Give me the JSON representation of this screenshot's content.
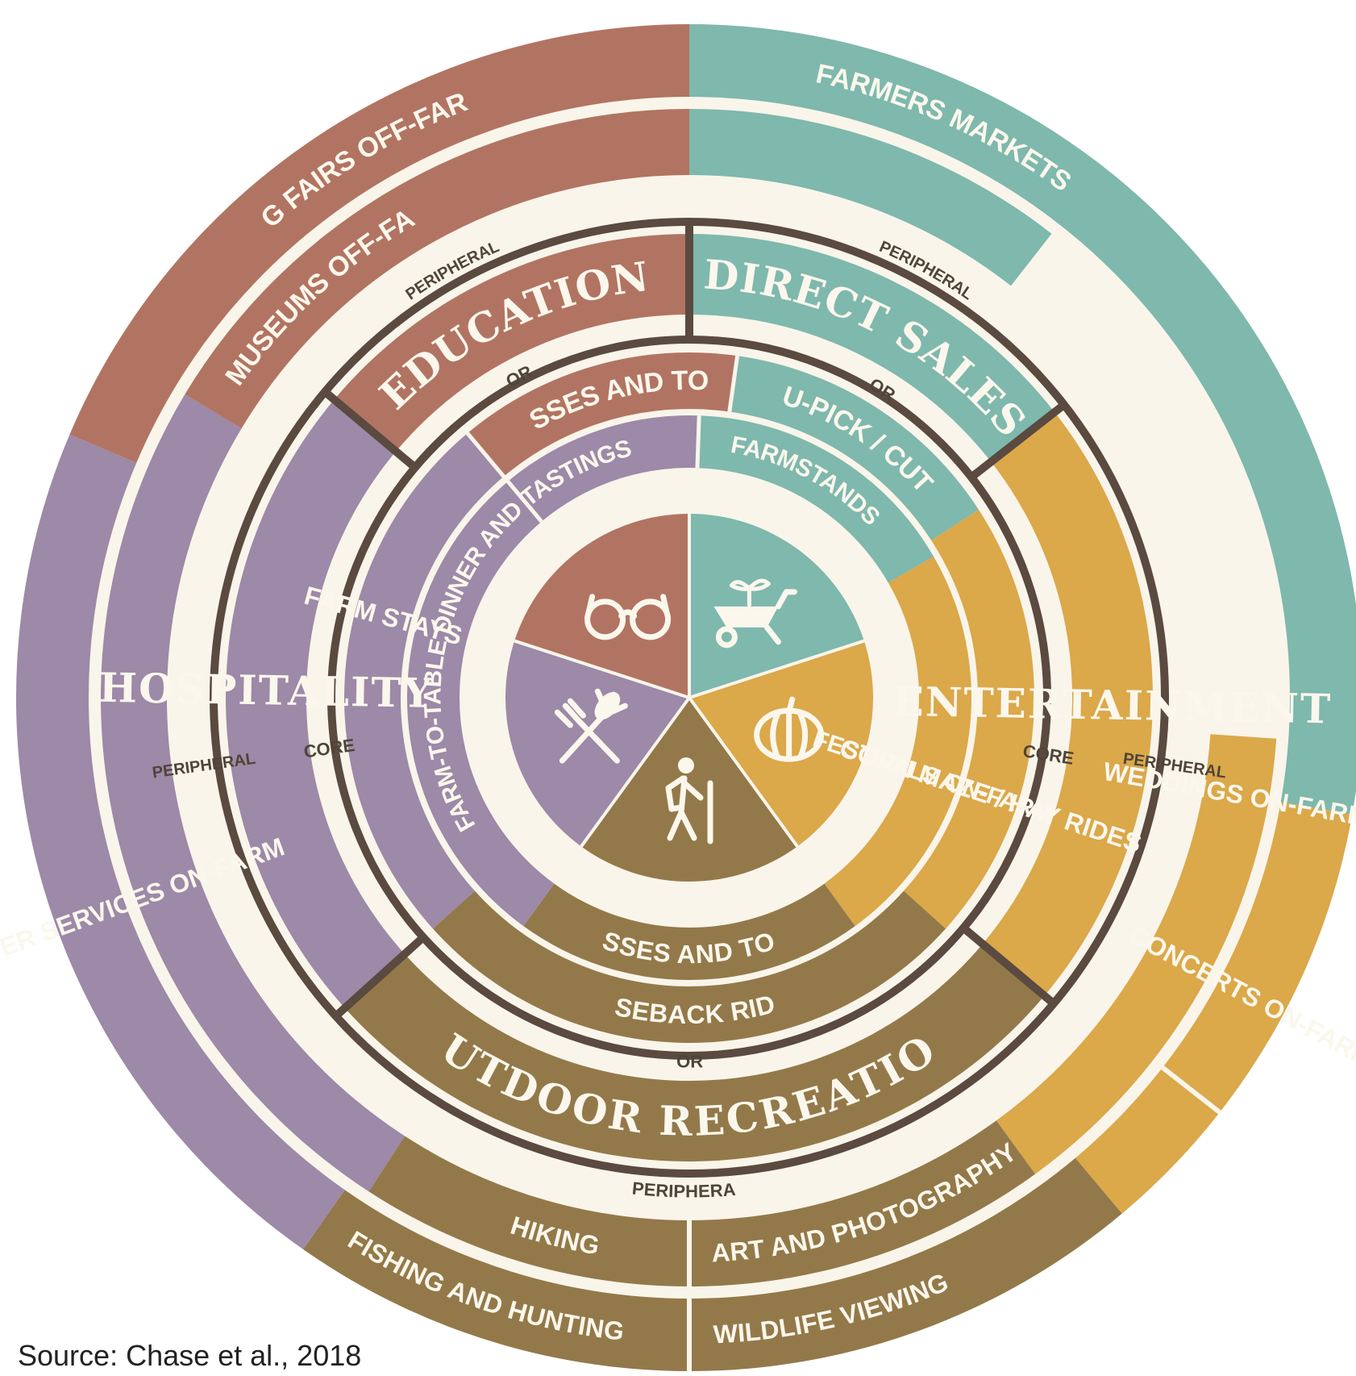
{
  "diagram": {
    "center_icons": [
      "glasses-icon",
      "wheelbarrow-icon",
      "pumpkin-icon",
      "hiker-icon",
      "fork-spoon-icon"
    ],
    "colors": {
      "education": "#b27462",
      "direct_sales": "#7fb8ad",
      "entertainment": "#dba84a",
      "outdoor_recreation": "#93794a",
      "hospitality": "#9d89a8",
      "background": "#f9f5ea",
      "divider": "#5a4a40"
    },
    "categories": [
      {
        "key": "education",
        "label": "EDUCATION",
        "core_tag": "CORE",
        "peripheral_tag": "PERIPHERAL",
        "core_items": [
          "CLASSES AND TOURS"
        ],
        "peripheral_items": [
          "AG MUSEUMS OFF-FARM",
          "AG FAIRS OFF-FARM"
        ]
      },
      {
        "key": "direct_sales",
        "label": "DIRECT SALES",
        "core_tag": "CORE",
        "peripheral_tag": "PERIPHERAL",
        "core_items": [
          "FARMSTANDS",
          "U-PICK / CUT"
        ],
        "peripheral_items": [
          "FARMERS MARKETS"
        ]
      },
      {
        "key": "entertainment",
        "label": "ENTERTAINMENT",
        "core_tag": "CORE",
        "peripheral_tag": "PERIPHERAL",
        "core_items": [
          "FESTIVALS ON-FARM",
          "CORN MAZE / HAY RIDES"
        ],
        "peripheral_items": [
          "WEDDINGS ON-FARM",
          "CONCERTS ON-FARM"
        ]
      },
      {
        "key": "outdoor_recreation",
        "label": "OUTDOOR RECREATION",
        "core_tag": "CORE",
        "peripheral_tag": "PERIPHERAL",
        "core_items": [
          "CLASSES AND TOURS",
          "HORSEBACK RIDING"
        ],
        "peripheral_items": [
          "HIKING",
          "FISHING AND HUNTING",
          "ART AND PHOTOGRAPHY",
          "WILDLIFE VIEWING"
        ]
      },
      {
        "key": "hospitality",
        "label": "HOSPITALITY",
        "core_tag": "CORE",
        "peripheral_tag": "PERIPHERAL",
        "core_items": [
          "FARM-TO-TABLE DINNER AND TASTINGS",
          "FARM STAYS"
        ],
        "peripheral_items": [
          "OUTFITTER SERVICES ON-FARM"
        ]
      }
    ]
  },
  "source": "Source: Chase et al., 2018"
}
